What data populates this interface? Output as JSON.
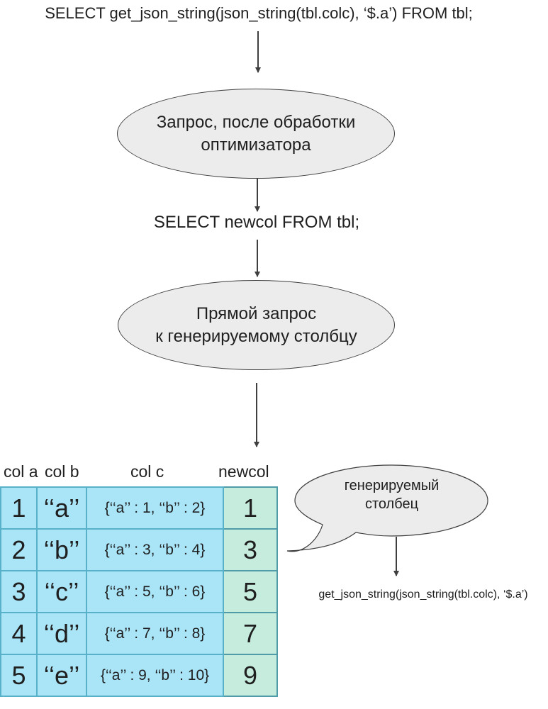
{
  "colors": {
    "ellipse_fill": "#ececec",
    "outline": "#3f3f3f",
    "text": "#1f1f1f",
    "cell_blue": "#a9e4f7",
    "cell_blue_border": "#57b2c9",
    "cell_green": "#c5ecdc",
    "cell_green_border": "#4f9ba8"
  },
  "flow": {
    "top_query": "SELECT get_json_string(json_string(tbl.colc), ‘$.a’) FROM tbl;",
    "optimizer_step": {
      "line1": "Запрос, после обработки",
      "line2": "оптимизатора"
    },
    "rewritten_query": "SELECT newcol FROM tbl;",
    "direct_query_step": {
      "line1": "Прямой запрос",
      "line2": "к генерируемому столбцу"
    }
  },
  "table": {
    "headers": [
      "col a",
      "col b",
      "col c",
      "newcol"
    ],
    "rows": [
      [
        "1",
        "‘‘a’’",
        "{‘‘a’’ : 1, ‘‘b’’ : 2}",
        "1"
      ],
      [
        "2",
        "‘‘b’’",
        "{‘‘a’’ : 3, ‘‘b’’ : 4}",
        "3"
      ],
      [
        "3",
        "‘‘c’’",
        "{‘‘a’’ : 5, ‘‘b’’ : 6}",
        "5"
      ],
      [
        "4",
        "‘‘d’’",
        "{‘‘a’’ : 7, ‘‘b’’ : 8}",
        "7"
      ],
      [
        "5",
        "‘‘e’’",
        "{‘‘a’’ : 9, ‘‘b’’ : 10}",
        "9"
      ]
    ]
  },
  "callout": {
    "line1": "генерируемый",
    "line2": "столбец",
    "expression": "get_json_string(json_string(tbl.colc), ‘$.a’)"
  }
}
